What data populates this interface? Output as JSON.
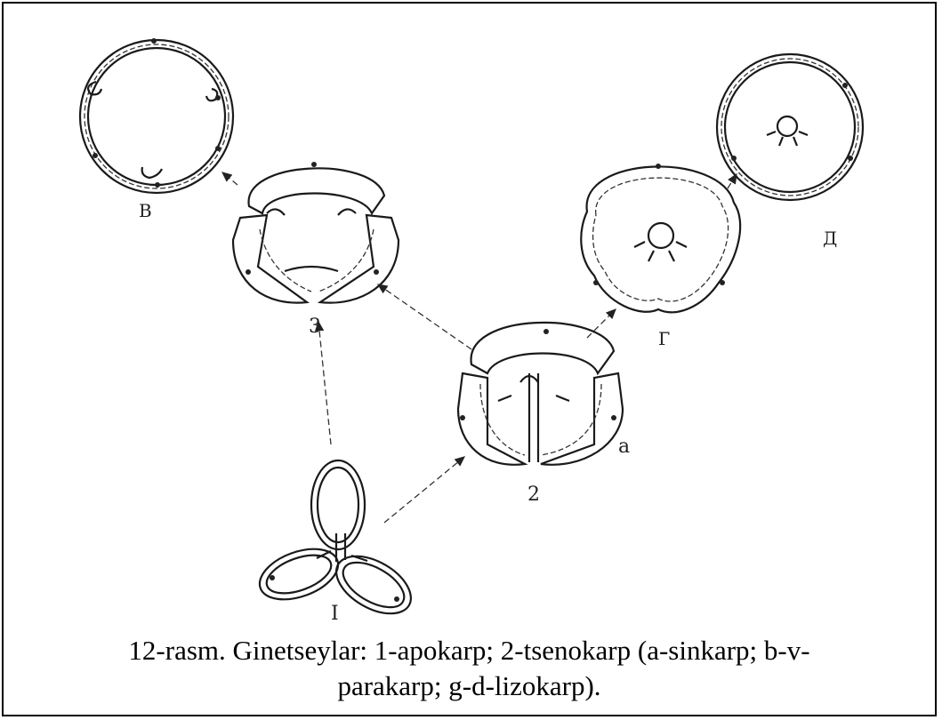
{
  "figure": {
    "labels": {
      "v": "B",
      "three": "3",
      "g": "Г",
      "d": "Д",
      "a": "a",
      "two": "2",
      "one": "I"
    }
  },
  "caption": {
    "line1": "12-rasm. Ginetseylar: 1-apokarp; 2-tsenokarp (a-sinkarp; b-v-",
    "line2": "parakarp; g-d-lizokarp)."
  }
}
